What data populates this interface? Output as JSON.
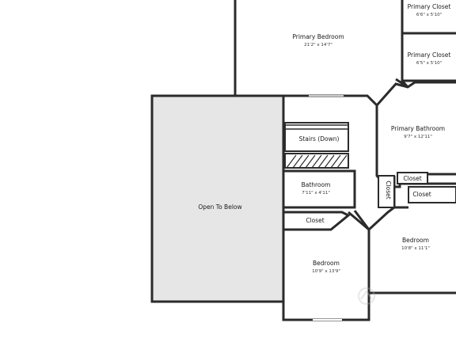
{
  "rooms": {
    "primary_closet_1": {
      "name": "Primary Closet",
      "dims": "6'6\" x 5'10\""
    },
    "primary_bedroom": {
      "name": "Primary Bedroom",
      "dims": "21'2\" x 14'7\""
    },
    "primary_closet_2": {
      "name": "Primary Closet",
      "dims": "6'5\" x 5'10\""
    },
    "primary_bathroom": {
      "name": "Primary Bathroom",
      "dims": "9'7\" x 12'11\""
    },
    "stairs": {
      "name": "Stairs (Down)"
    },
    "open_to_below": {
      "name": "Open To Below"
    },
    "bathroom": {
      "name": "Bathroom",
      "dims": "7'11\" x 4'11\""
    },
    "closet_hall": {
      "name": "Closet"
    },
    "closet_vertical": {
      "name": "Closet"
    },
    "closet_small": {
      "name": "Closet"
    },
    "closet_right": {
      "name": "Closet"
    },
    "bedroom_right": {
      "name": "Bedroom",
      "dims": "10'8\" x 11'1\""
    },
    "bedroom_bottom": {
      "name": "Bedroom",
      "dims": "10'9\" x 13'9\""
    }
  },
  "colors": {
    "wall": "#2b2b2b",
    "open_area": "#e6e6e6",
    "floor": "#ffffff"
  }
}
